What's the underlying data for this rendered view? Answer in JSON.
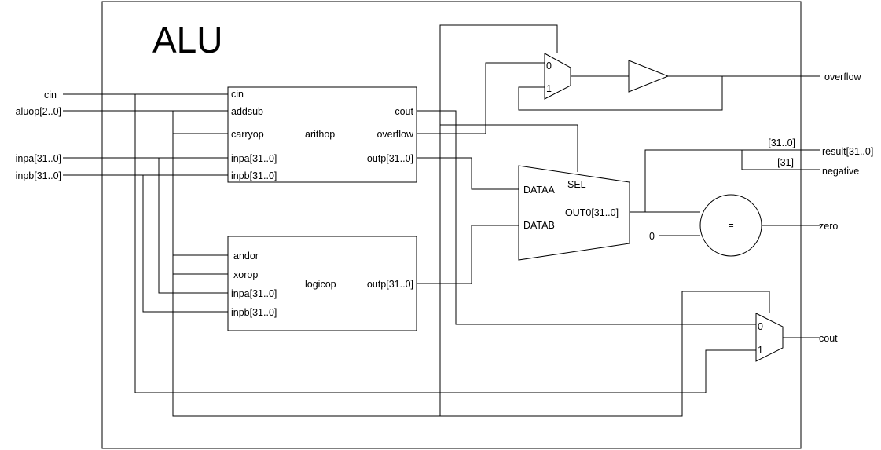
{
  "title": "ALU",
  "inputs": {
    "cin": "cin",
    "aluop": "aluop[2..0]",
    "inpa": "inpa[31..0]",
    "inpb": "inpb[31..0]"
  },
  "outputs": {
    "overflow": "overflow",
    "result": "result[31..0]",
    "negative": "negative",
    "zero": "zero",
    "cout": "cout"
  },
  "arithop": {
    "name": "arithop",
    "ports_in": [
      "cin",
      "addsub",
      "carryop",
      "inpa[31..0]",
      "inpb[31..0]"
    ],
    "ports_out": [
      "cout",
      "overflow",
      "outp[31..0]"
    ]
  },
  "logicop": {
    "name": "logicop",
    "ports_in": [
      "andor",
      "xorop",
      "inpa[31..0]",
      "inpb[31..0]"
    ],
    "ports_out": [
      "outp[31..0]"
    ]
  },
  "out_mux": {
    "in_a": "DATAA",
    "in_b": "DATAB",
    "sel": "SEL",
    "out": "OUT0[31..0]"
  },
  "mux_overflow": {
    "in0": "0",
    "in1": "1"
  },
  "mux_cout": {
    "in0": "0",
    "in1": "1"
  },
  "comparator": {
    "symbol": "=",
    "const_input": "0"
  },
  "bus_slices": {
    "result": "[31..0]",
    "negative": "[31]"
  }
}
